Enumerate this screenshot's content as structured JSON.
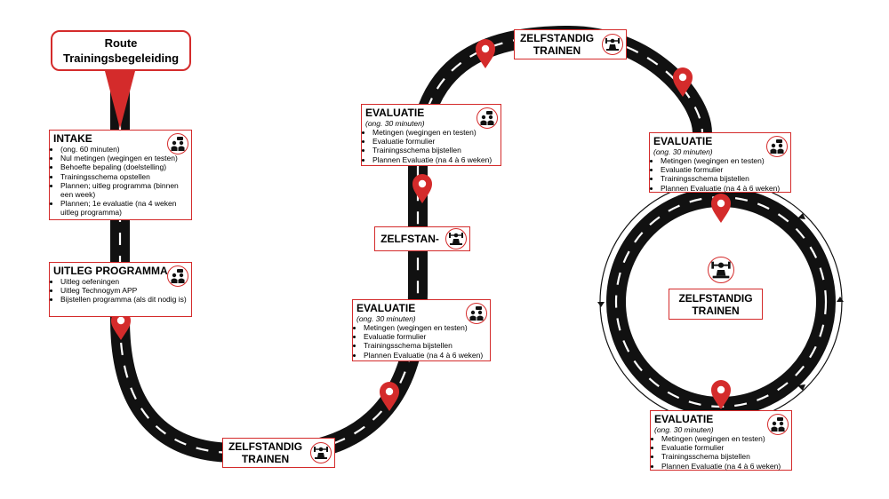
{
  "title": {
    "line1": "Route",
    "line2": "Trainingsbegeleiding"
  },
  "colors": {
    "accent": "#d42b2b",
    "road": "#111111",
    "lane": "#ffffff"
  },
  "intake": {
    "title": "INTAKE",
    "items": [
      "(ong. 60 minuten)",
      "Nul metingen (wegingen en testen)",
      "Behoefte bepaling (doelstelling)",
      "Trainingsschema opstellen",
      "Plannen; uitleg programma (binnen een week)",
      "Plannen; 1e evaluatie (na 4 weken uitleg programma)"
    ]
  },
  "uitleg": {
    "title": "UITLEG PROGRAMMA",
    "items": [
      "Uitleg oefeningen",
      "Uitleg Technogym APP",
      "Bijstellen programma (als dit nodig is)"
    ]
  },
  "training_labels": {
    "bottom": [
      "ZELFSTANDIG",
      "TRAINEN"
    ],
    "top": [
      "ZELFSTANDIG",
      "TRAINEN"
    ],
    "middle": "ZELFSTAN-",
    "circle": [
      "ZELFSTANDIG",
      "TRAINEN"
    ]
  },
  "evaluaties": [
    {
      "title": "EVALUATIE",
      "note": "(ong. 30 minuten)",
      "items": [
        "Metingen (wegingen en testen)",
        "Evaluatie formulier",
        "Trainingsschema bijstellen",
        "Plannen Evaluatie (na 4 à 6 weken)"
      ]
    },
    {
      "title": "EVALUATIE",
      "note": "(ong. 30 minuten)",
      "items": [
        "Metingen (wegingen en testen)",
        "Evaluatie formulier",
        "Trainingsschema bijstellen",
        "Plannen Evaluatie (na 4 à 6 weken)"
      ]
    },
    {
      "title": "EVALUATIE",
      "note": "(ong. 30 minuten)",
      "items": [
        "Metingen (wegingen en testen)",
        "Evaluatie formulier",
        "Trainingsschema bijstellen",
        "Plannen Evaluatie (na 4 à 6 weken)"
      ]
    },
    {
      "title": "EVALUATIE",
      "note": "(ong. 30 minuten)",
      "items": [
        "Metingen (wegingen en testen)",
        "Evaluatie formulier",
        "Trainingsschema bijstellen",
        "Plannen Evaluatie (na 4 à 6 weken)"
      ]
    }
  ],
  "icons": {
    "consult": "consultation-icon",
    "training": "weightlifting-icon",
    "pin": "map-pin-icon"
  }
}
